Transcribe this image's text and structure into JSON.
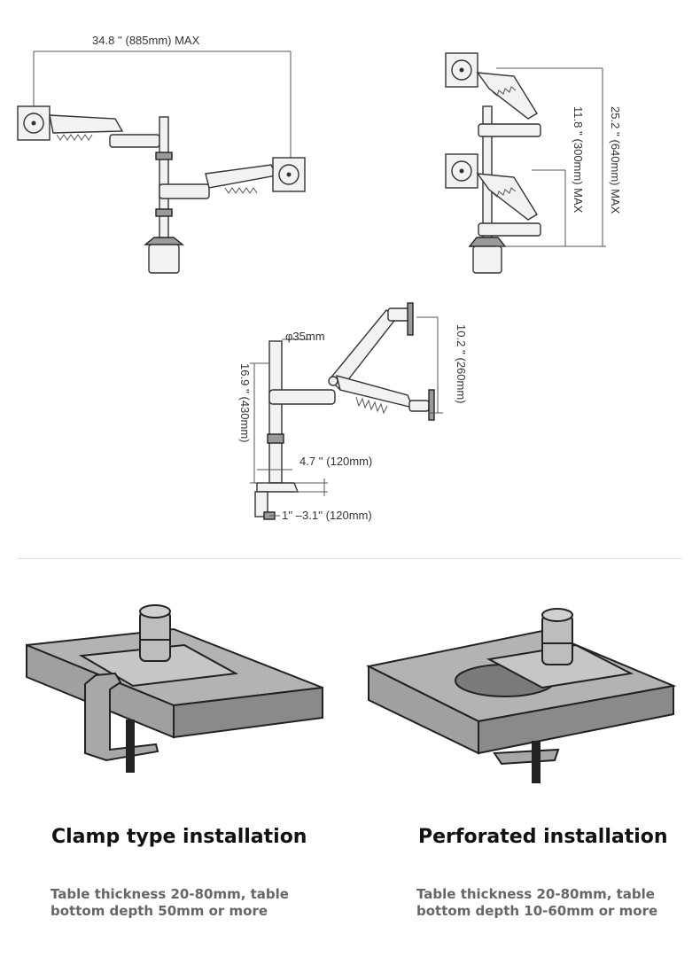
{
  "dimensions": {
    "max_width": "34.8 '' (885mm) MAX",
    "height_total": "25.2 '' (640mm) MAX",
    "height_gap": "11.8 '' (300mm) MAX",
    "pole_diameter": "φ35mm",
    "pole_height": "16.9 '' (430mm)",
    "arm_reach": "10.2 '' (260mm)",
    "clamp_offset": "4.7 '' (120mm)",
    "clamp_range": "1'' –3.1'' (120mm)"
  },
  "installations": [
    {
      "title": "Clamp type installation",
      "description_line1": "Table thickness 20-80mm, table",
      "description_line2": "bottom depth 50mm or more"
    },
    {
      "title": "Perforated installation",
      "description_line1": "Table thickness 20-80mm, table",
      "description_line2": "bottom depth 10-60mm or more"
    }
  ]
}
